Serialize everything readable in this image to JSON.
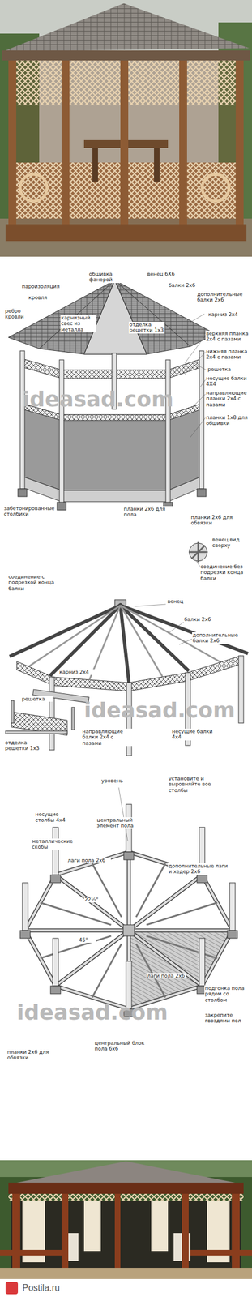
{
  "diagram": {
    "labels": [
      "обшивка фанерой",
      "венец 6Х6",
      "пароизоляция",
      "балки 2х6",
      "кровля",
      "дополнительные балки 2х6",
      "ребро кровли",
      "карниз 2х4",
      "карнизный свес из металла",
      "отделка решетки 1х3",
      "верхняя планка 2х4 с пазами",
      "нижняя планка 2х4 с пазами",
      "решетка",
      "несущие балки 4Х4",
      "направляющие планки 2х4 с пазами",
      "планки 1х8 для обшивки",
      "забетонированные столбики",
      "планки 2х6 для пола",
      "планки 2х6 для обвязки",
      "ideasad.com",
      "венец вид сверху",
      "соединение без подрезки конца балки",
      "соединение с подрезкой конца балки",
      "венец",
      "балки 2х6",
      "дополнительные балки 2х6",
      "карниз 2х4",
      "решетка",
      "отделка решетки 1х3",
      "направляющие балки 2х4 с пазами",
      "несущие балки 4х4",
      "ideasad.com",
      "уровень",
      "установите и выровняйте все столбы",
      "несущие столбы 4х4",
      "центральный элемент пола",
      "металлические скобы",
      "лаги пола 2х6",
      "дополнительные лаги и хедер 2х6",
      "22½°",
      "45°",
      "лаги пола 2х6",
      "подгонка пола рядом со столбом",
      "закрепите гвоздями пол",
      "ideasad.com",
      "центральный блок пола 6х6",
      "планки 2х6 для обвязки",
      "Postila.ru"
    ]
  }
}
